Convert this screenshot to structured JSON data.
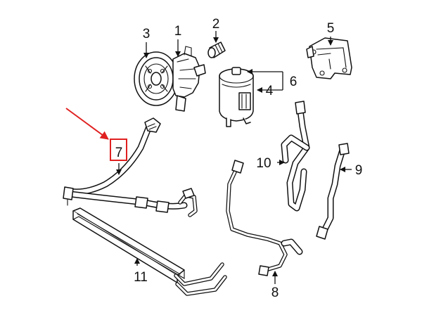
{
  "callouts": {
    "c1": "1",
    "c2": "2",
    "c3": "3",
    "c4": "4",
    "c5": "5",
    "c6": "6",
    "c7": "7",
    "c8": "8",
    "c9": "9",
    "c10": "10",
    "c11": "11"
  },
  "highlight": {
    "color": "#e02020",
    "target_callout": "7"
  }
}
